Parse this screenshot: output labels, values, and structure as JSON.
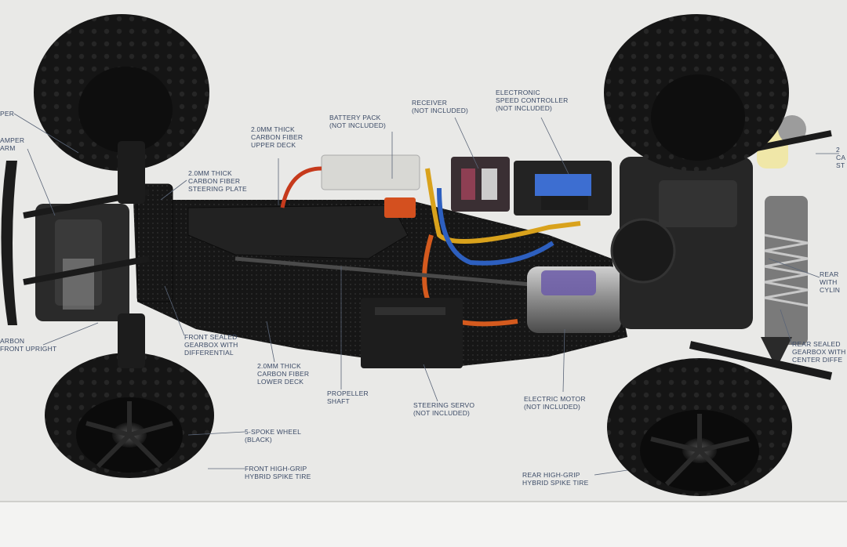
{
  "labels": {
    "damper_upper": "PER",
    "damper_arm": "AMPER\nARM",
    "upper_deck": "2.0mm THICK\nCARBON FIBER\nUPPER DECK",
    "battery_pack": "BATTERY PACK\n(NOT INCLUDED)",
    "receiver": "RECEIVER\n(NOT INCLUDED)",
    "esc": "ELECTRONIC\nSPEED CONTROLLER\n(NOT INCLUDED)",
    "steering_plate": "2.0mm THICK\nCARBON FIBER\nSTEERING PLATE",
    "right_upper_cut": "2\nCA\nST",
    "rear_damper_cut": "REAR\nWITH\nCYLIN",
    "upright": "ARBON\nFRONT UPRIGHT",
    "front_gearbox": "FRONT SEALED\nGEARBOX WITH\nDIFFERENTIAL",
    "lower_deck": "2.0mm THICK\nCARBON FIBER\nLOWER DECK",
    "propeller": "PROPELLER\nSHAFT",
    "steering_servo": "STEERING SERVO\n(NOT INCLUDED)",
    "motor": "ELECTRIC MOTOR\n(NOT INCLUDED)",
    "rear_gearbox": "REAR SEALED\nGEARBOX WITH\nCENTER DIFFE",
    "wheel": "5-SPOKE WHEEL\n(BLACK)",
    "front_tire": "FRONT HIGH-GRIP\nHYBRID SPIKE TIRE",
    "rear_tire": "REAR HIGH-GRIP\nHYBRID SPIKE TIRE"
  },
  "colors": {
    "background": "#e9e9e7",
    "label_text": "#3b4a66",
    "chassis_dark": "#1a1a1a",
    "wire_orange": "#d45a1e",
    "wire_blue": "#2d5fbf",
    "wire_yellow": "#d9a21c",
    "motor_label": "#6b5aa8",
    "damper_spring": "#b7b7b7"
  }
}
